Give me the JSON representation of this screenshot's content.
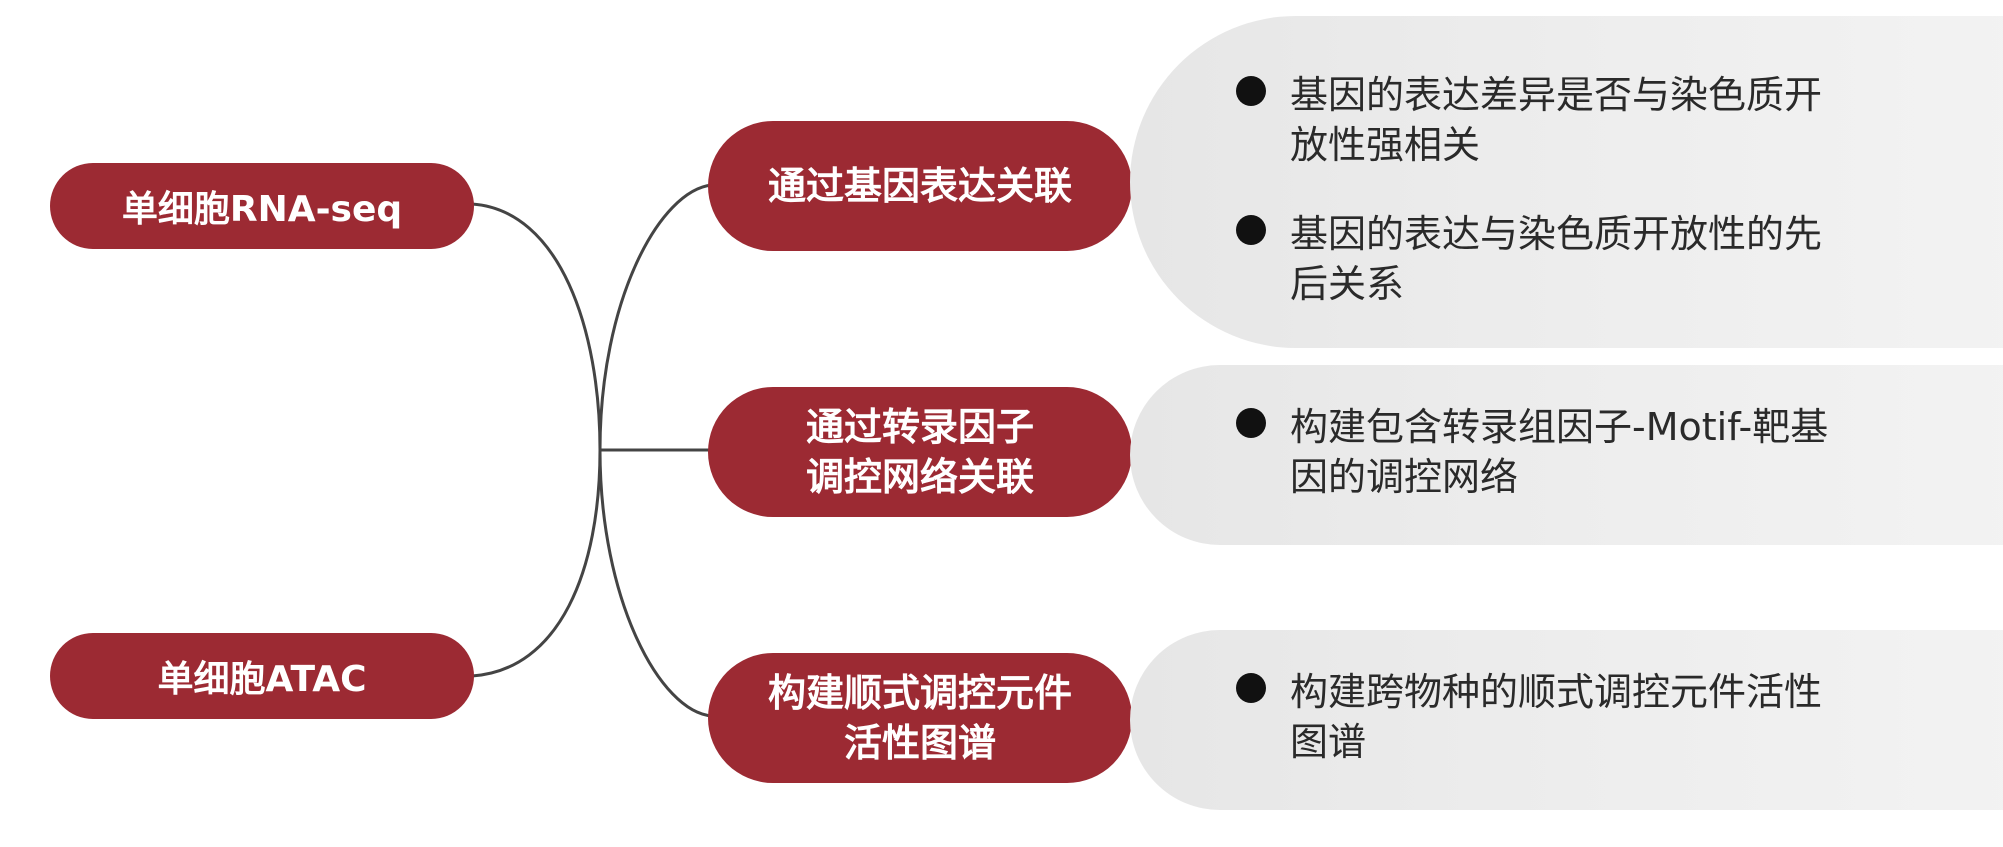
{
  "colors": {
    "pill": "#9c2a33",
    "pill_text": "#ffffff",
    "connector": "#444444",
    "panel": "#ebebeb",
    "bullet": "#111111"
  },
  "sources": [
    {
      "label": "单细胞RNA-seq"
    },
    {
      "label": "单细胞ATAC"
    }
  ],
  "methods": [
    {
      "label": "通过基因表达关联",
      "bullets": [
        "基因的表达差异是否与染色质开放性强相关",
        "基因的表达与染色质开放性的先后关系"
      ]
    },
    {
      "label": "通过转录因子\n调控网络关联",
      "bullets": [
        "构建包含转录组因子-Motif-靶基因的调控网络"
      ]
    },
    {
      "label": "构建顺式调控元件\n活性图谱",
      "bullets": [
        "构建跨物种的顺式调控元件活性图谱"
      ]
    }
  ]
}
